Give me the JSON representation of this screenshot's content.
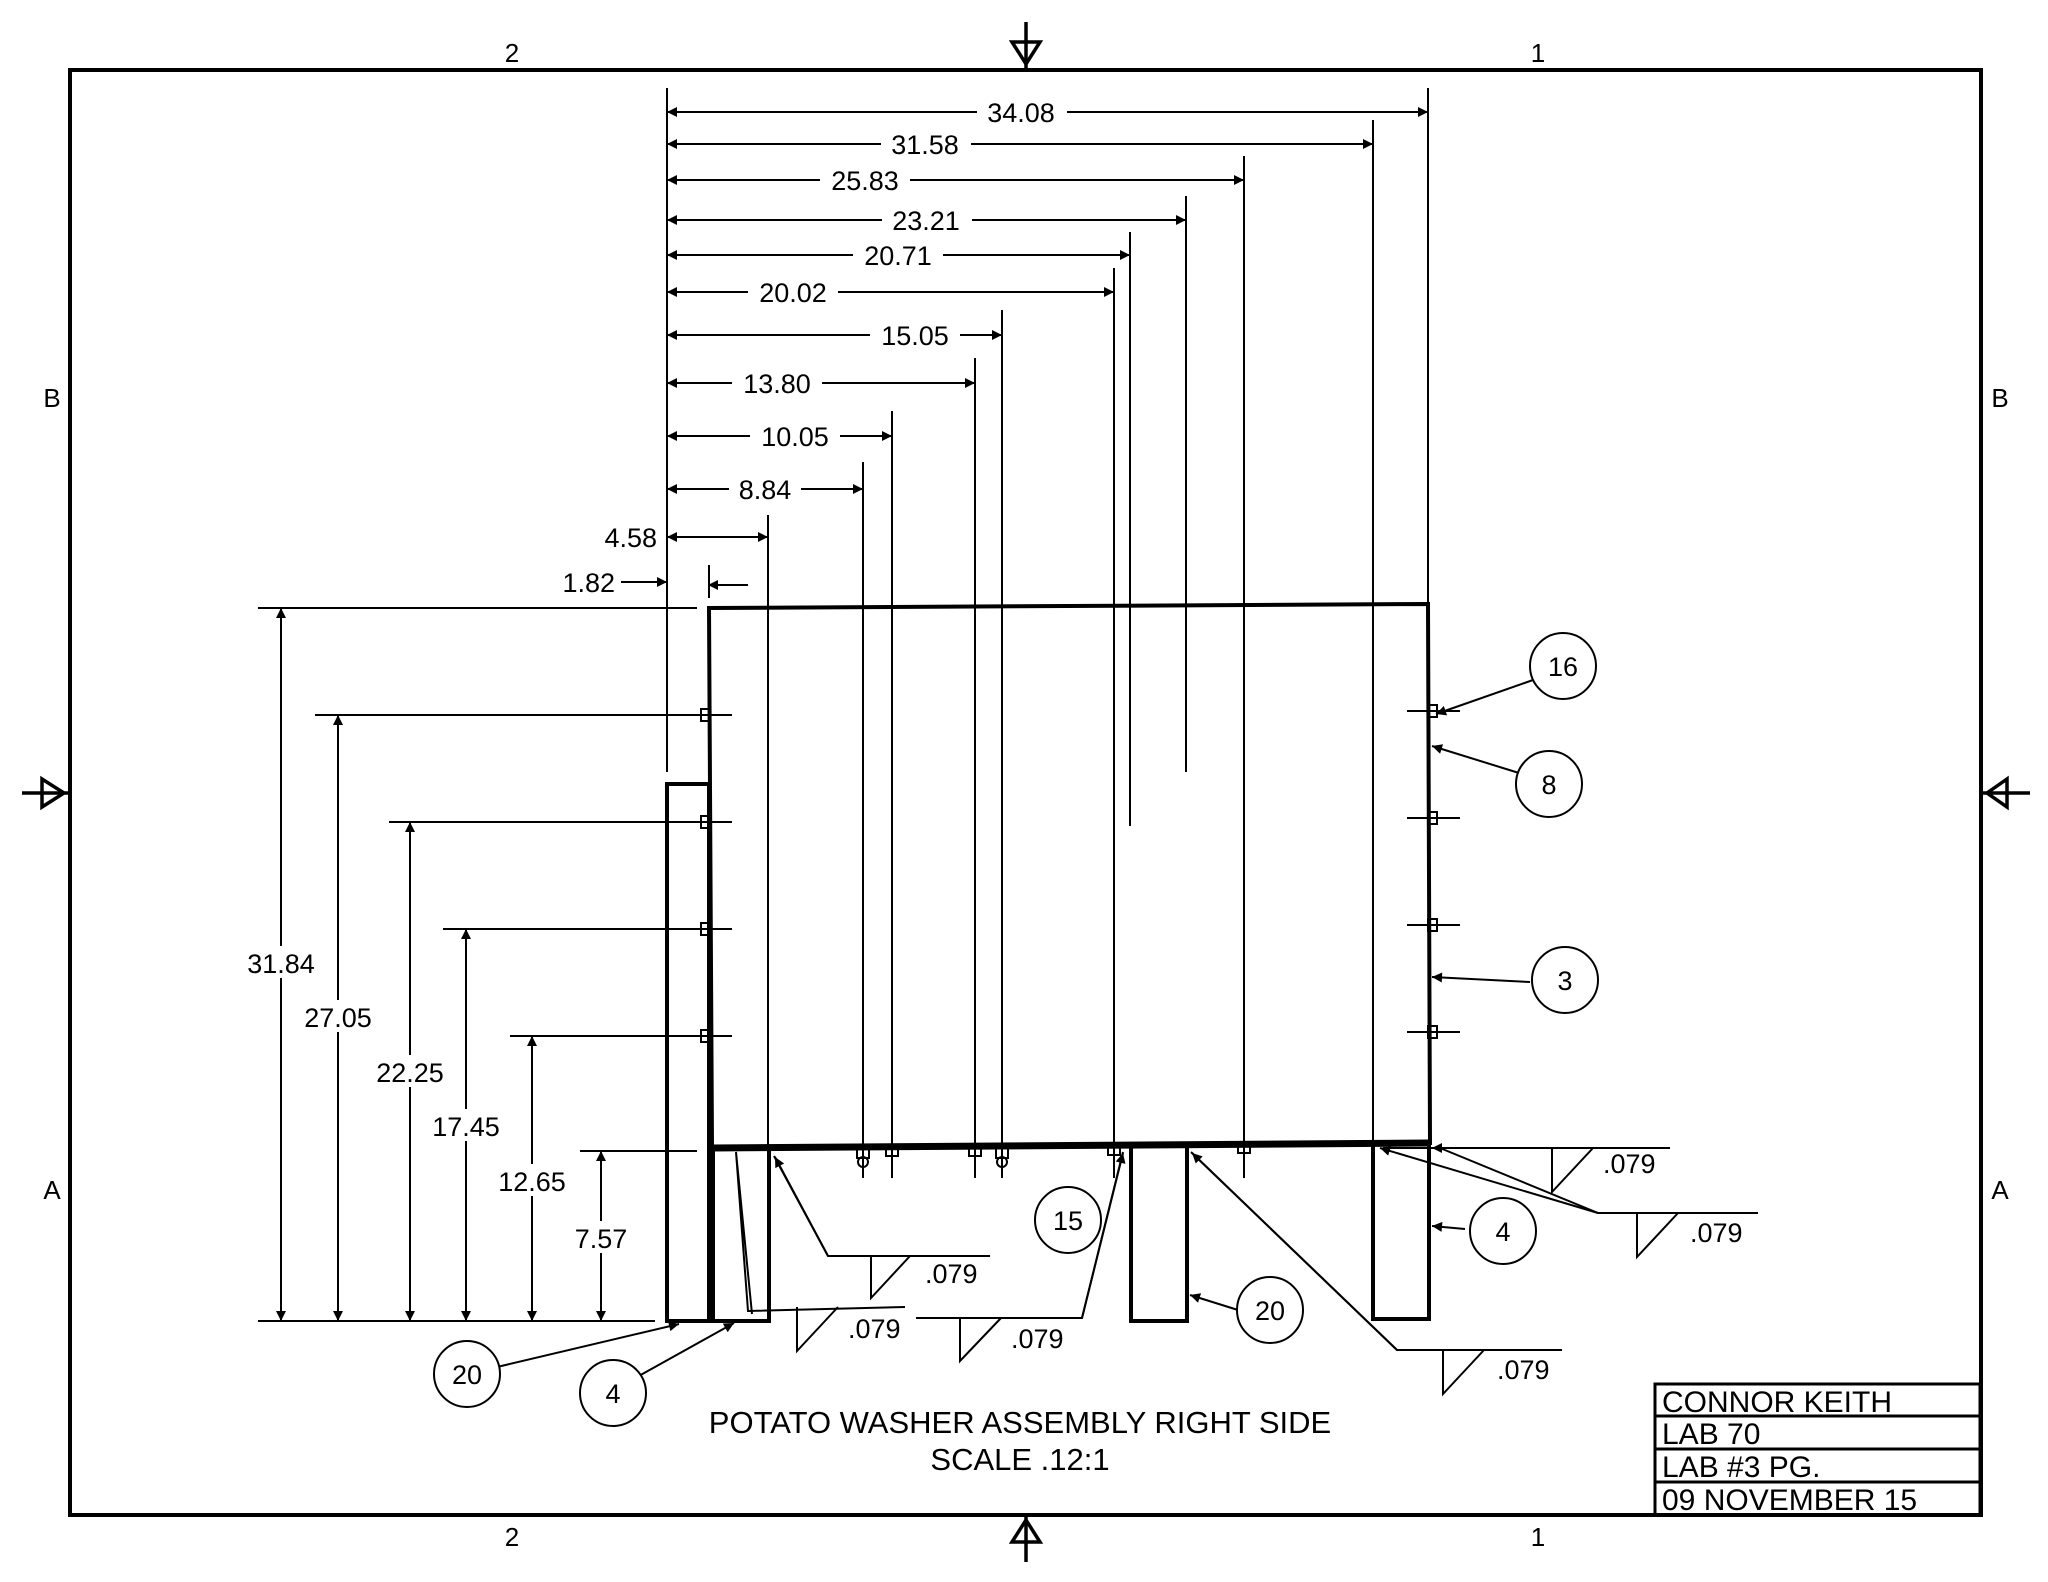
{
  "drawing": {
    "title": "POTATO WASHER ASSEMBLY RIGHT SIDE",
    "scale": "SCALE .12:1"
  },
  "title_block": {
    "name": "CONNOR KEITH",
    "course": "LAB 70",
    "page": "LAB #3 PG.",
    "date": "09 NOVEMBER 15"
  },
  "zones": {
    "col_left": "2",
    "col_right": "1",
    "row_top": "B",
    "row_bottom": "A"
  },
  "horizontal_dimensions": [
    "34.08",
    "31.58",
    "25.83",
    "23.21",
    "20.71",
    "20.02",
    "15.05",
    "13.80",
    "10.05",
    "8.84",
    "4.58",
    "1.82"
  ],
  "vertical_dimensions": [
    "31.84",
    "27.05",
    "22.25",
    "17.45",
    "12.65",
    "7.57"
  ],
  "weld_symbols": [
    ".079",
    ".079",
    ".079",
    ".079",
    ".079",
    ".079"
  ],
  "balloons": [
    "16",
    "8",
    "3",
    "4",
    "20",
    "15",
    "20",
    "4"
  ]
}
